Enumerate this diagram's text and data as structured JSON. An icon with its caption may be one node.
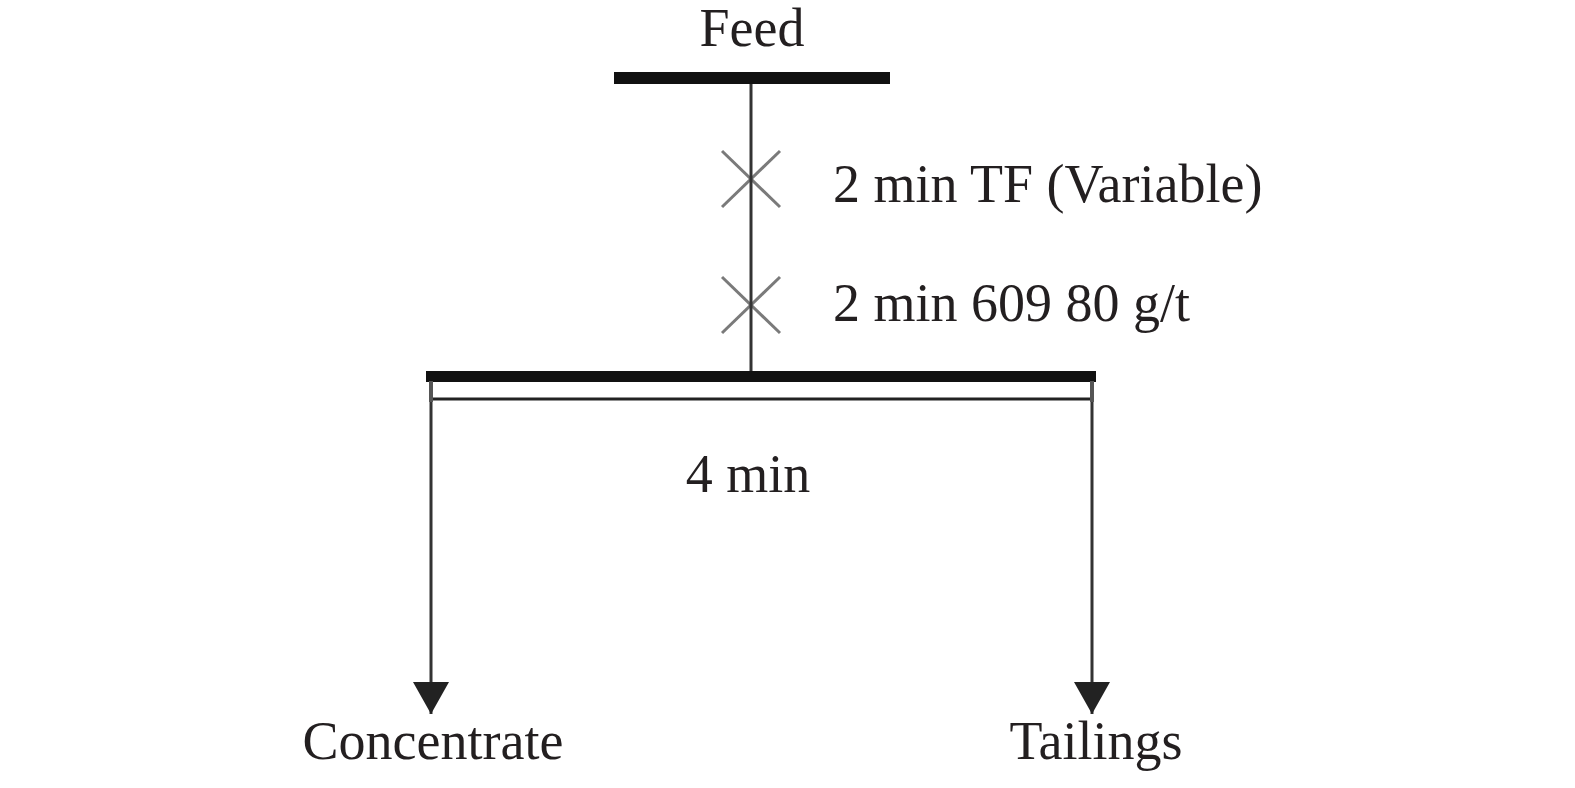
{
  "diagram": {
    "nodes": [
      {
        "text": [
          "Feed"
        ]
      },
      {
        "text": [],
        "shape": "cross",
        "beside": [
          "2 min TF (Variable)"
        ]
      },
      {
        "text": [],
        "shape": "cross",
        "beside": [
          "2 min 609 80 g/t"
        ]
      },
      {
        "text": [],
        "shape": "bar",
        "beside": [
          "4 min"
        ]
      },
      {
        "text": [
          "Concentrate"
        ]
      },
      {
        "text": [
          "Tailings"
        ]
      }
    ],
    "edges": [
      {
        "from": 0,
        "to": 1,
        "arrow": "none"
      },
      {
        "from": 1,
        "to": 2,
        "arrow": "none"
      },
      {
        "from": 2,
        "to": 3,
        "arrow": "none"
      },
      {
        "from": 3,
        "to": 4,
        "arrow": "to"
      },
      {
        "from": 3,
        "to": 5,
        "arrow": "to"
      }
    ]
  }
}
